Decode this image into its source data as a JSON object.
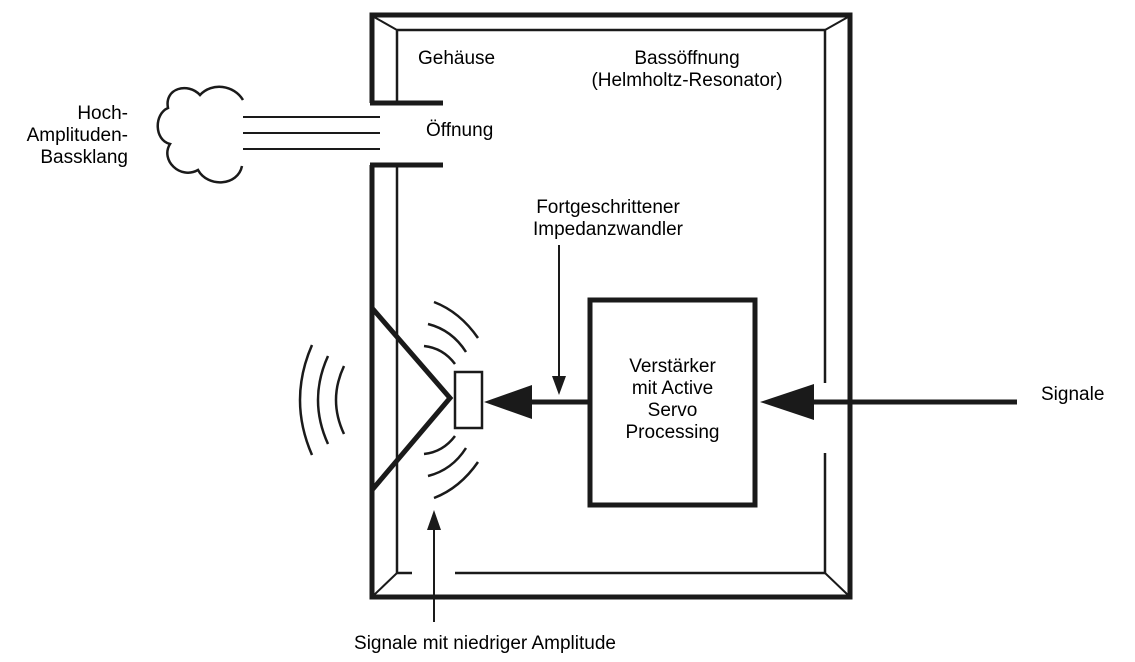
{
  "labels": {
    "housing": "Gehäuse",
    "port_line1": "Bassöffnung",
    "port_line2": "(Helmholtz-Resonator)",
    "opening": "Öffnung",
    "bass_line1": "Hoch-",
    "bass_line2": "Amplituden-",
    "bass_line3": "Bassklang",
    "converter_line1": "Fortgeschrittener",
    "converter_line2": "Impedanzwandler",
    "amp_line1": "Verstärker",
    "amp_line2": "mit Active",
    "amp_line3": "Servo",
    "amp_line4": "Processing",
    "input": "Signale",
    "low_amp": "Signale mit niedriger Amplitude"
  },
  "colors": {
    "stroke": "#1a1a1a",
    "background": "#ffffff"
  }
}
